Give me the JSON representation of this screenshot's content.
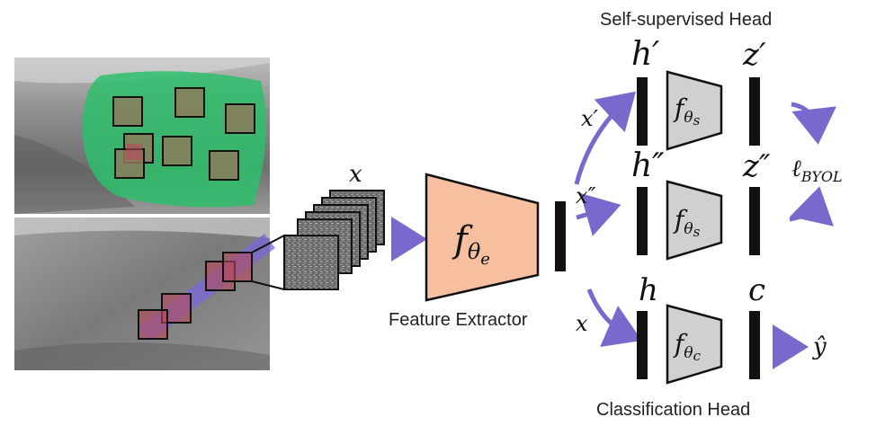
{
  "titles": {
    "self_supervised_head": "Self-supervised Head",
    "feature_extractor": "Feature Extractor",
    "classification_head": "Classification Head"
  },
  "symbols": {
    "x_stack": "x",
    "x_prime": "x′",
    "x_double_prime": "x″",
    "x_class": "x",
    "h_prime": "h′",
    "h_double_prime": "h″",
    "h": "h",
    "z_prime": "z′",
    "z_double_prime": "z″",
    "c": "c",
    "y_hat": "ŷ"
  },
  "modules": {
    "encoder": {
      "base": "f",
      "sub": "θ",
      "subsub": "e"
    },
    "proj1": {
      "base": "f",
      "sub": "θ",
      "subsub": "s"
    },
    "proj2": {
      "base": "f",
      "sub": "θ",
      "subsub": "s"
    },
    "cls": {
      "base": "f",
      "sub": "θ",
      "subsub": "c"
    }
  },
  "loss": {
    "base": "ℓ",
    "sub": "BYOL"
  },
  "colors": {
    "arrow": "#7B68CC",
    "encoder_fill": "#F6BFA0",
    "head_fill": "#D0D0D0",
    "mask_green": "#2EBE6A",
    "patch_fill": "#8C7A5C",
    "patch_red": "#B64A5A",
    "probe_line": "#7A68D8"
  },
  "icons": [
    "ultrasound-image",
    "patch-stack",
    "trapezoid-module",
    "curved-arrow"
  ]
}
